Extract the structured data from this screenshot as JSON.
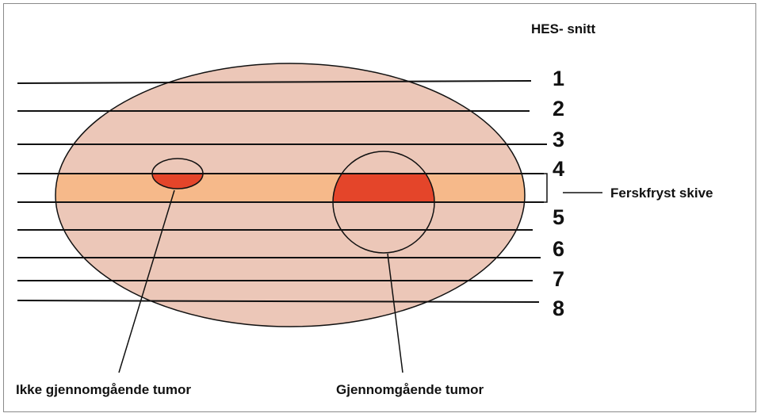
{
  "title": "HES- snitt",
  "section_numbers": [
    "1",
    "2",
    "3",
    "4",
    "5",
    "6",
    "7",
    "8"
  ],
  "frozen_slice_label": "Ferskfryst skive",
  "tumor_small_label": "Ikke gjennomgående tumor",
  "tumor_large_label": "Gjennomgående tumor",
  "colors": {
    "specimen_fill": "#ecc7b8",
    "frozen_slice_fill": "#f6b98a",
    "tumor_fill": "#e4452a",
    "line": "#111111"
  }
}
